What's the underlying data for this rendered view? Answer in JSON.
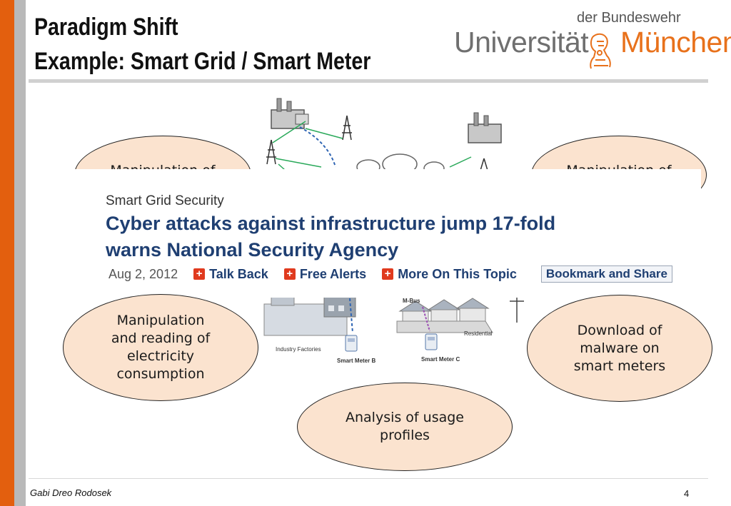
{
  "title": {
    "line1": "Paradigm Shift",
    "line2": "Example: Smart Grid / Smart Meter"
  },
  "logo": {
    "top": "der Bundeswehr",
    "university": "Universität",
    "city": "München"
  },
  "diagram": {
    "labels": {
      "industry": "Industry Factories",
      "residential": "Residential",
      "mbus": "M-Bus",
      "meter_b": "Smart Meter B",
      "meter_c": "Smart Meter C"
    }
  },
  "bubbles": {
    "top_left": "Manipulation of",
    "top_right": "Manipulation of",
    "reading_l1": "Manipulation",
    "reading_l2": "and reading of",
    "reading_l3": "electricity",
    "reading_l4": "consumption",
    "malware_l1": "Download of",
    "malware_l2": "malware on",
    "malware_l3": "smart meters",
    "analysis_l1": "Analysis of usage",
    "analysis_l2": "profiles"
  },
  "news": {
    "section": "Smart Grid Security",
    "headline_l1": "Cyber attacks against infrastructure jump 17-fold",
    "headline_l2": "warns National Security Agency",
    "date": "Aug 2, 2012",
    "links": [
      "Talk Back",
      "Free Alerts",
      "More On This Topic"
    ],
    "bookmark": "Bookmark and Share"
  },
  "footer": {
    "author": "Gabi Dreo Rodosek",
    "page": "4"
  },
  "colors": {
    "accent_orange": "#e35f0e",
    "bubble_fill": "#fbe3cf",
    "headline_blue": "#1f3f72",
    "logo_orange": "#e8711b"
  }
}
